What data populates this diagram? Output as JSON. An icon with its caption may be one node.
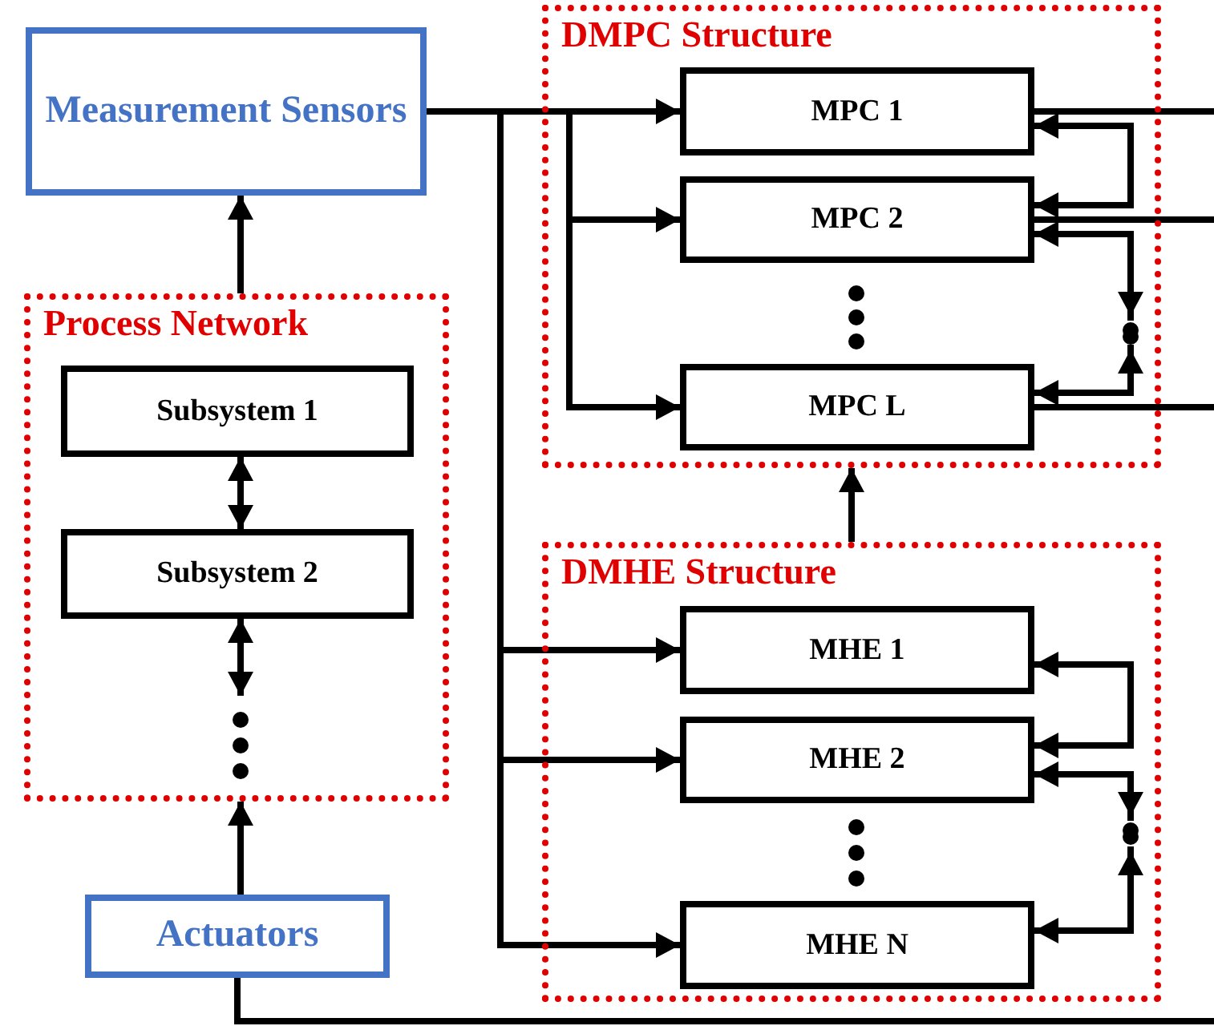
{
  "diagram": {
    "nodes": [
      {
        "text": [
          "Measurement Sensors"
        ]
      },
      {
        "text": [
          "Process Network"
        ]
      },
      {
        "text": [
          "Subsystem 1"
        ],
        "in": 1
      },
      {
        "text": [
          "Subsystem 2"
        ],
        "in": 1
      },
      {
        "text": [
          "DMPC Structure"
        ]
      },
      {
        "text": [
          "MPC 1"
        ],
        "in": 4
      },
      {
        "text": [
          "MPC 2"
        ],
        "in": 4
      },
      {
        "text": [
          "MPC L"
        ],
        "in": 4
      },
      {
        "text": [
          "DMHE Structure"
        ]
      },
      {
        "text": [
          "MHE 1"
        ],
        "in": 8
      },
      {
        "text": [
          "MHE 2"
        ],
        "in": 8
      },
      {
        "text": [
          "MHE N"
        ],
        "in": 8
      },
      {
        "text": [
          "Actuators"
        ]
      }
    ],
    "edges": [
      {
        "from": 1,
        "to": 0,
        "arrow": "to"
      },
      {
        "from": 2,
        "to": 3,
        "arrow": "both"
      },
      {
        "from": 3,
        "to": null,
        "arrow": "both"
      },
      {
        "from": 12,
        "to": 1,
        "arrow": "to"
      },
      {
        "from": 0,
        "to": 5,
        "arrow": "to"
      },
      {
        "from": 0,
        "to": 6,
        "arrow": "to"
      },
      {
        "from": 0,
        "to": 7,
        "arrow": "to"
      },
      {
        "from": 0,
        "to": 9,
        "arrow": "to"
      },
      {
        "from": 0,
        "to": 10,
        "arrow": "to"
      },
      {
        "from": 0,
        "to": 11,
        "arrow": "to"
      },
      {
        "from": 5,
        "to": 6,
        "arrow": "both"
      },
      {
        "from": 6,
        "to": null,
        "arrow": "both"
      },
      {
        "from": null,
        "to": 7,
        "arrow": "both"
      },
      {
        "from": 9,
        "to": 10,
        "arrow": "both"
      },
      {
        "from": 10,
        "to": null,
        "arrow": "both"
      },
      {
        "from": null,
        "to": 11,
        "arrow": "both"
      },
      {
        "from": 8,
        "to": 4,
        "arrow": "to"
      },
      {
        "from": 5,
        "to": null,
        "arrow": "none"
      },
      {
        "from": 6,
        "to": null,
        "arrow": "none"
      },
      {
        "from": 7,
        "to": null,
        "arrow": "none"
      },
      {
        "from": 12,
        "to": null,
        "arrow": "none"
      }
    ]
  }
}
